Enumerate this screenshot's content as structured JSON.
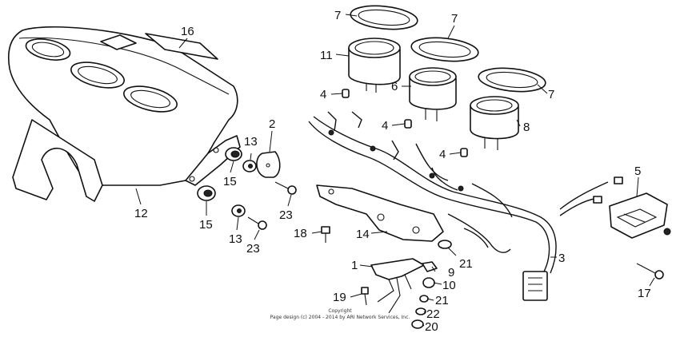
{
  "callouts": [
    {
      "id": "c16",
      "text": "16"
    },
    {
      "id": "c12",
      "text": "12"
    },
    {
      "id": "c15a",
      "text": "15"
    },
    {
      "id": "c15b",
      "text": "15"
    },
    {
      "id": "c13a",
      "text": "13"
    },
    {
      "id": "c13b",
      "text": "13"
    },
    {
      "id": "c2",
      "text": "2"
    },
    {
      "id": "c23a",
      "text": "23"
    },
    {
      "id": "c23b",
      "text": "23"
    },
    {
      "id": "c18",
      "text": "18"
    },
    {
      "id": "c14",
      "text": "14"
    },
    {
      "id": "c1",
      "text": "1"
    },
    {
      "id": "c19",
      "text": "19"
    },
    {
      "id": "c7a",
      "text": "7"
    },
    {
      "id": "c7b",
      "text": "7"
    },
    {
      "id": "c7c",
      "text": "7"
    },
    {
      "id": "c11",
      "text": "11"
    },
    {
      "id": "c4a",
      "text": "4"
    },
    {
      "id": "c4b",
      "text": "4"
    },
    {
      "id": "c4c",
      "text": "4"
    },
    {
      "id": "c6",
      "text": "6"
    },
    {
      "id": "c8",
      "text": "8"
    },
    {
      "id": "c5",
      "text": "5"
    },
    {
      "id": "c3",
      "text": "3"
    },
    {
      "id": "c9",
      "text": "9"
    },
    {
      "id": "c10",
      "text": "10"
    },
    {
      "id": "c21a",
      "text": "21"
    },
    {
      "id": "c21b",
      "text": "21"
    },
    {
      "id": "c22",
      "text": "22"
    },
    {
      "id": "c20",
      "text": "20"
    },
    {
      "id": "c17",
      "text": "17"
    }
  ],
  "copyright": {
    "line1": "Copyright",
    "line2": "Page design (c) 2004 - 2014 by ARI Network Services, Inc."
  }
}
